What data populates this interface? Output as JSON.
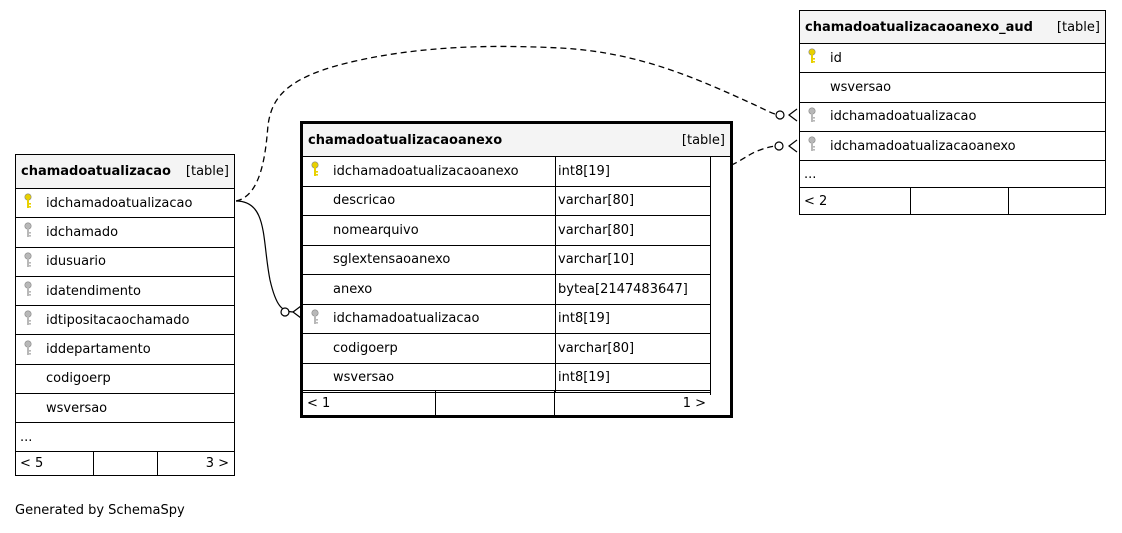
{
  "credit": "Generated by SchemaSpy",
  "tables": {
    "left": {
      "name": "chamadoatualizacao",
      "kind": "[table]",
      "columns": [
        {
          "name": "idchamadoatualizacao",
          "key": "primary"
        },
        {
          "name": "idchamado",
          "key": "foreign"
        },
        {
          "name": "idusuario",
          "key": "foreign"
        },
        {
          "name": "idatendimento",
          "key": "foreign"
        },
        {
          "name": "idtipositacaochamado",
          "key": "foreign"
        },
        {
          "name": "iddepartamento",
          "key": "foreign"
        },
        {
          "name": "codigoerp",
          "key": "none"
        },
        {
          "name": "wsversao",
          "key": "none"
        }
      ],
      "more": "...",
      "parents": "< 5",
      "children": "3 >"
    },
    "center": {
      "name": "chamadoatualizacaoanexo",
      "kind": "[table]",
      "columns": [
        {
          "name": "idchamadoatualizacaoanexo",
          "type": "int8[19]",
          "key": "primary"
        },
        {
          "name": "descricao",
          "type": "varchar[80]",
          "key": "none"
        },
        {
          "name": "nomearquivo",
          "type": "varchar[80]",
          "key": "none"
        },
        {
          "name": "sglextensaoanexo",
          "type": "varchar[10]",
          "key": "none"
        },
        {
          "name": "anexo",
          "type": "bytea[2147483647]",
          "key": "none"
        },
        {
          "name": "idchamadoatualizacao",
          "type": "int8[19]",
          "key": "foreign"
        },
        {
          "name": "codigoerp",
          "type": "varchar[80]",
          "key": "none"
        },
        {
          "name": "wsversao",
          "type": "int8[19]",
          "key": "none"
        }
      ],
      "parents": "< 1",
      "children": "1 >"
    },
    "right": {
      "name": "chamadoatualizacaoanexo_aud",
      "kind": "[table]",
      "columns": [
        {
          "name": "id",
          "key": "primary"
        },
        {
          "name": "wsversao",
          "key": "none"
        },
        {
          "name": "idchamadoatualizacao",
          "key": "foreign"
        },
        {
          "name": "idchamadoatualizacaoanexo",
          "key": "foreign"
        }
      ],
      "more": "...",
      "parents": "< 2",
      "children": ""
    }
  },
  "colors": {
    "primary_key": "#e8d000",
    "foreign_key": "#b8b8b8"
  }
}
